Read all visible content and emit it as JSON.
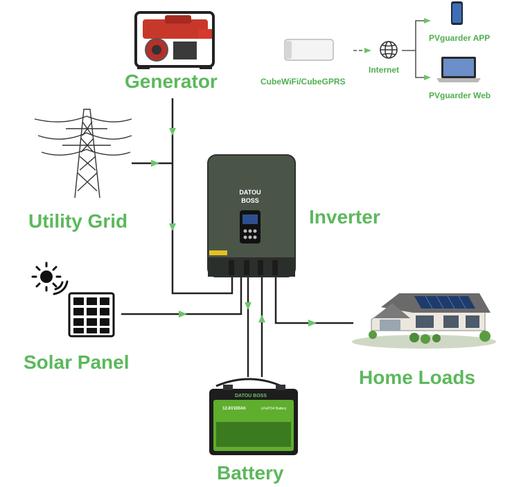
{
  "labels": {
    "generator": "Generator",
    "utility_grid": "Utility Grid",
    "solar_panel": "Solar Panel",
    "inverter": "Inverter",
    "battery": "Battery",
    "home_loads": "Home Loads",
    "cube": "CubeWiFi/CubeGPRS",
    "internet": "Internet",
    "app": "PVguarder APP",
    "web": "PVguarder Web"
  },
  "branding": {
    "inverter_brand_line1": "DATOU",
    "inverter_brand_line2": "BOSS",
    "battery_brand": "DATOU BOSS",
    "battery_spec": "12.8V100Ah",
    "battery_type": "LiFePO4 Battery"
  },
  "colors": {
    "label_green": "#5cb85c",
    "arrow_green": "#6cc36c",
    "line": "#222222",
    "inverter_body": "#4a5548",
    "battery_body": "#1d1d1d",
    "battery_label": "#5fae2e"
  }
}
